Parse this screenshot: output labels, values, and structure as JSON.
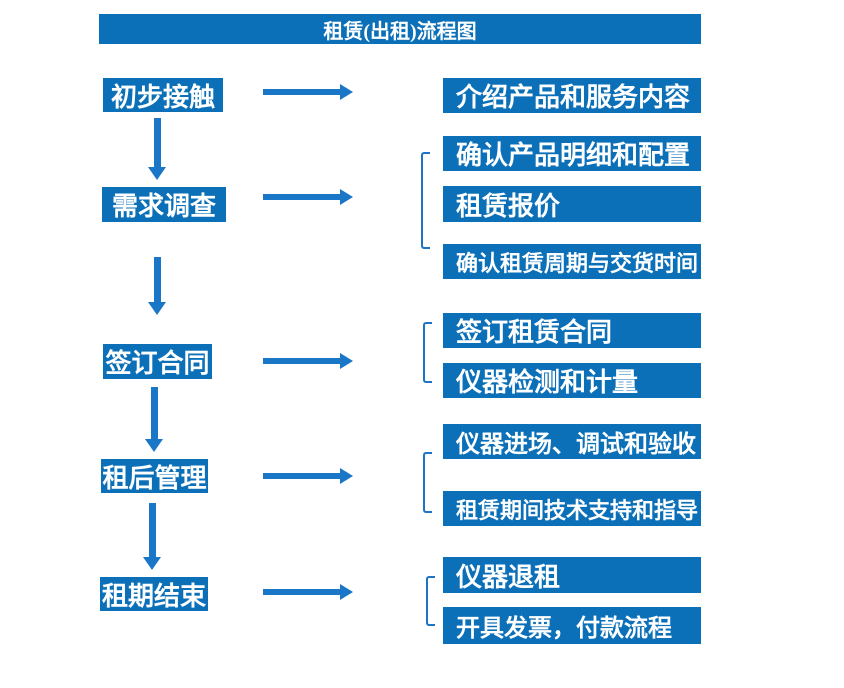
{
  "title": "租赁(出租)流程图",
  "colors": {
    "box_blue": "#0C70B8",
    "arrow_blue": "#1A76C6",
    "text_white": "#FFFFFF"
  },
  "flow": [
    {
      "step": "初步接触",
      "details": [
        "介绍产品和服务内容"
      ]
    },
    {
      "step": "需求调查",
      "details": [
        "确认产品明细和配置",
        "租赁报价",
        "确认租赁周期与交货时间"
      ]
    },
    {
      "step": "签订合同",
      "details": [
        "签订租赁合同",
        "仪器检测和计量"
      ]
    },
    {
      "step": "租后管理",
      "details": [
        "仪器进场、调试和验收",
        "租赁期间技术支持和指导"
      ]
    },
    {
      "step": "租期结束",
      "details": [
        "仪器退租",
        "开具发票，付款流程"
      ]
    }
  ]
}
